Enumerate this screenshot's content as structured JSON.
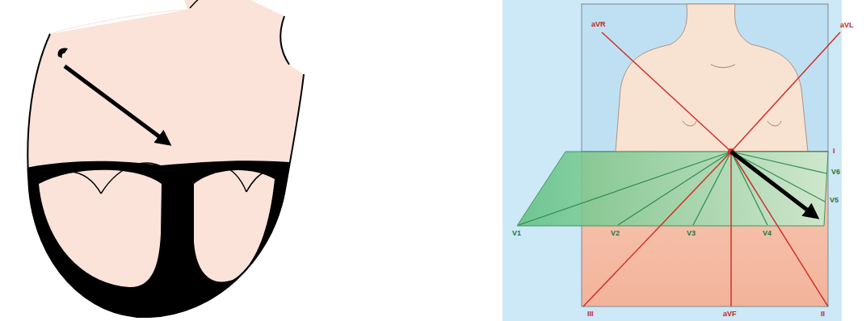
{
  "diagram": {
    "labels": [
      "aVR",
      "aVL",
      "I",
      "V6",
      "V5",
      "V1",
      "V2",
      "V3",
      "V4",
      "III",
      "aVF",
      "II"
    ]
  }
}
